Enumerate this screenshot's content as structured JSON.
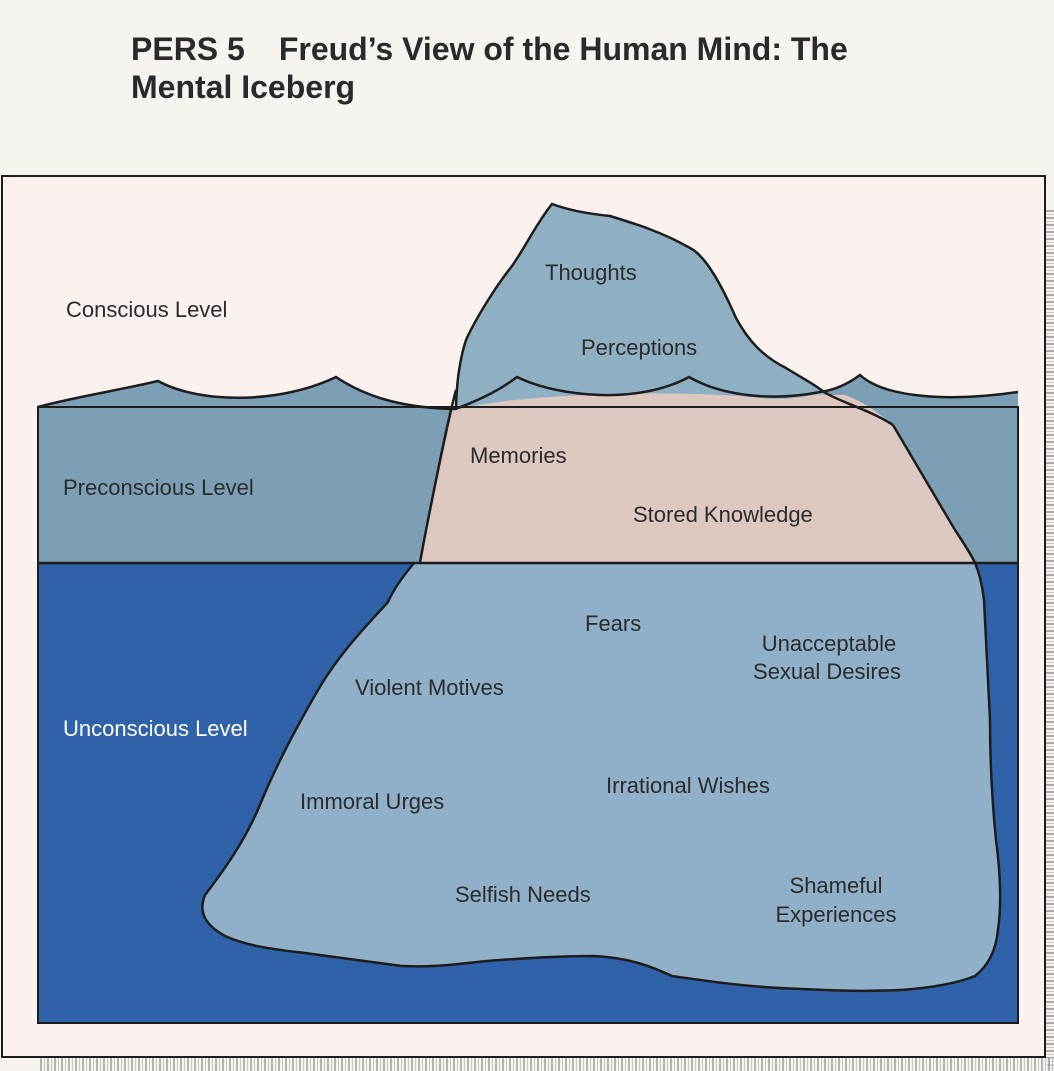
{
  "title": {
    "code": "PERS 5",
    "line1": "Freud’s View of the Human Mind:  The",
    "line2": "Mental Iceberg"
  },
  "levels": {
    "conscious": "Conscious Level",
    "preconscious": "Preconscious Level",
    "unconscious": "Unconscious Level"
  },
  "conscious_items": [
    "Thoughts",
    "Perceptions"
  ],
  "preconscious_items": [
    "Memories",
    "Stored Knowledge"
  ],
  "unconscious_items": [
    "Fears",
    "Unacceptable",
    "Sexual Desires",
    "Violent Motives",
    "Irrational Wishes",
    "Immoral Urges",
    "Selfish Needs",
    "Shameful",
    "Experiences"
  ],
  "colors": {
    "background": "#f7f3ef",
    "sky": "#fbf1ee",
    "preconscious_water": "#7d9fb6",
    "unconscious_water": "#2f62a8",
    "iceberg_above": "#8fb0c3",
    "iceberg_preconscious": "#dcc7c1",
    "iceberg_below": "#8fb0c8",
    "outline": "#1d1d1d"
  }
}
